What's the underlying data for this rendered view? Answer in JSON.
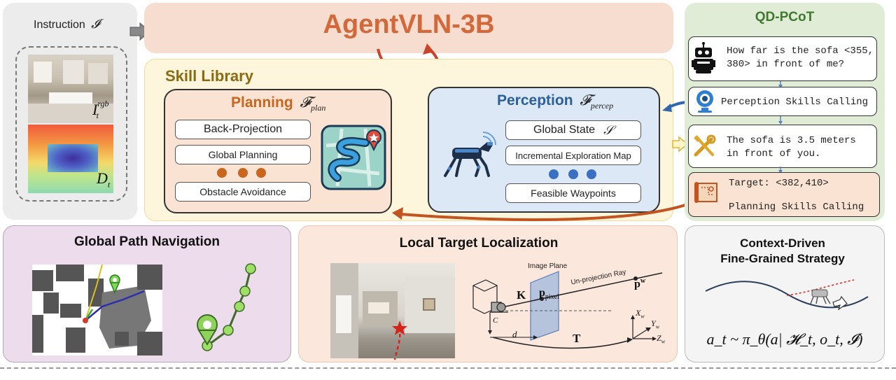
{
  "instruction": {
    "label": "Instruction",
    "symbol": "𝓘",
    "rgb_label": "I",
    "rgb_sup": "rgb",
    "rgb_sub": "t",
    "depth_label": "D",
    "depth_sub": "t"
  },
  "model": {
    "title": "AgentVLN-3B",
    "color": "#d3693a"
  },
  "skill_library": {
    "title": "Skill Library",
    "planning": {
      "title": "Planning",
      "symbol": "𝓕",
      "subscript": "plan",
      "items": [
        "Back-Projection",
        "Global Planning",
        "Obstacle Avoidance"
      ],
      "dot_color": "#c8661f"
    },
    "perception": {
      "title": "Perception",
      "symbol": "𝓕",
      "subscript": "percep",
      "items": [
        "Global State",
        "Incremental Exploration Map",
        "Feasible Waypoints"
      ],
      "global_state_symbol": "𝒮",
      "dot_color": "#3a6fc2"
    }
  },
  "qdpcot": {
    "title": "QD-PCoT",
    "q1": "How far is the sofa <355,\n380> in front of me?",
    "q2": "Perception Skills Calling",
    "q3": "The sofa is 3.5 meters\nin front of you.",
    "q4_line1": "Target: <382,410>",
    "q4_line2": "Planning Skills Calling"
  },
  "bottom": {
    "global_path": {
      "title": "Global Path Navigation"
    },
    "local_target": {
      "title": "Local Target Localization",
      "image_plane": "Image Plane",
      "ray": "Un-projection Ray",
      "K": "K",
      "p_pixel": "p",
      "p_pixel_sub": "pixel",
      "p_w": "p",
      "p_w_sup": "w",
      "C": "C",
      "d": "d",
      "T": "T",
      "Xw": "X",
      "Yw": "Y",
      "Zw": "Z",
      "w": "w"
    },
    "context": {
      "title_line1": "Context-Driven",
      "title_line2": "Fine-Grained Strategy",
      "formula": "a_t ~ π_θ(a| 𝓗_t, o_t, 𝓘)"
    }
  }
}
